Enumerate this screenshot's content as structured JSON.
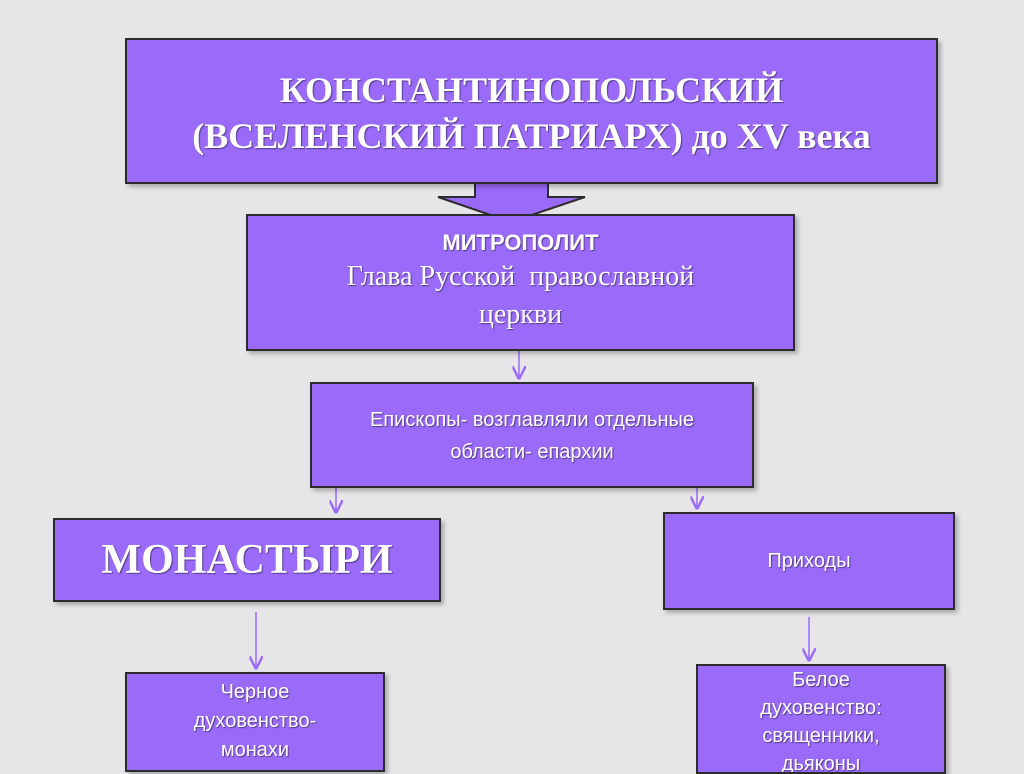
{
  "colors": {
    "background": "#e6e5e7",
    "box_fill": "#9a6af8",
    "box_border": "#2c2c2c",
    "arrow": "#9a6af8",
    "text": "#ffffff"
  },
  "nodes": {
    "patriarch": {
      "line1": "КОНСТАНТИНОПОЛЬСКИЙ",
      "line2": "(ВСЕЛЕНСКИЙ ПАТРИАРХ) до XV века"
    },
    "metropolitan": {
      "title": "МИТРОПОЛИТ",
      "line1": "Глава Русской  православной",
      "line2": "церкви"
    },
    "bishops": {
      "line1": "Епископы- возглавляли отдельные",
      "line2": "области- епархии"
    },
    "monasteries": {
      "label": "МОНАСТЫРИ"
    },
    "parishes": {
      "label": "Приходы"
    },
    "black_clergy": {
      "line1": "Черное",
      "line2": "духовенство-",
      "line3": "монахи"
    },
    "white_clergy": {
      "line1": "Белое",
      "line2": "духовенство:",
      "line3": "священники,",
      "line4": "дьяконы"
    }
  },
  "connectors": [
    {
      "from": "patriarch",
      "to": "metropolitan",
      "style": "block-arrow"
    },
    {
      "from": "metropolitan",
      "to": "bishops",
      "style": "thin-arrow"
    },
    {
      "from": "bishops",
      "to": "monasteries",
      "style": "thin-arrow"
    },
    {
      "from": "bishops",
      "to": "parishes",
      "style": "thin-arrow"
    },
    {
      "from": "monasteries",
      "to": "black_clergy",
      "style": "thin-arrow"
    },
    {
      "from": "parishes",
      "to": "white_clergy",
      "style": "thin-arrow"
    }
  ]
}
